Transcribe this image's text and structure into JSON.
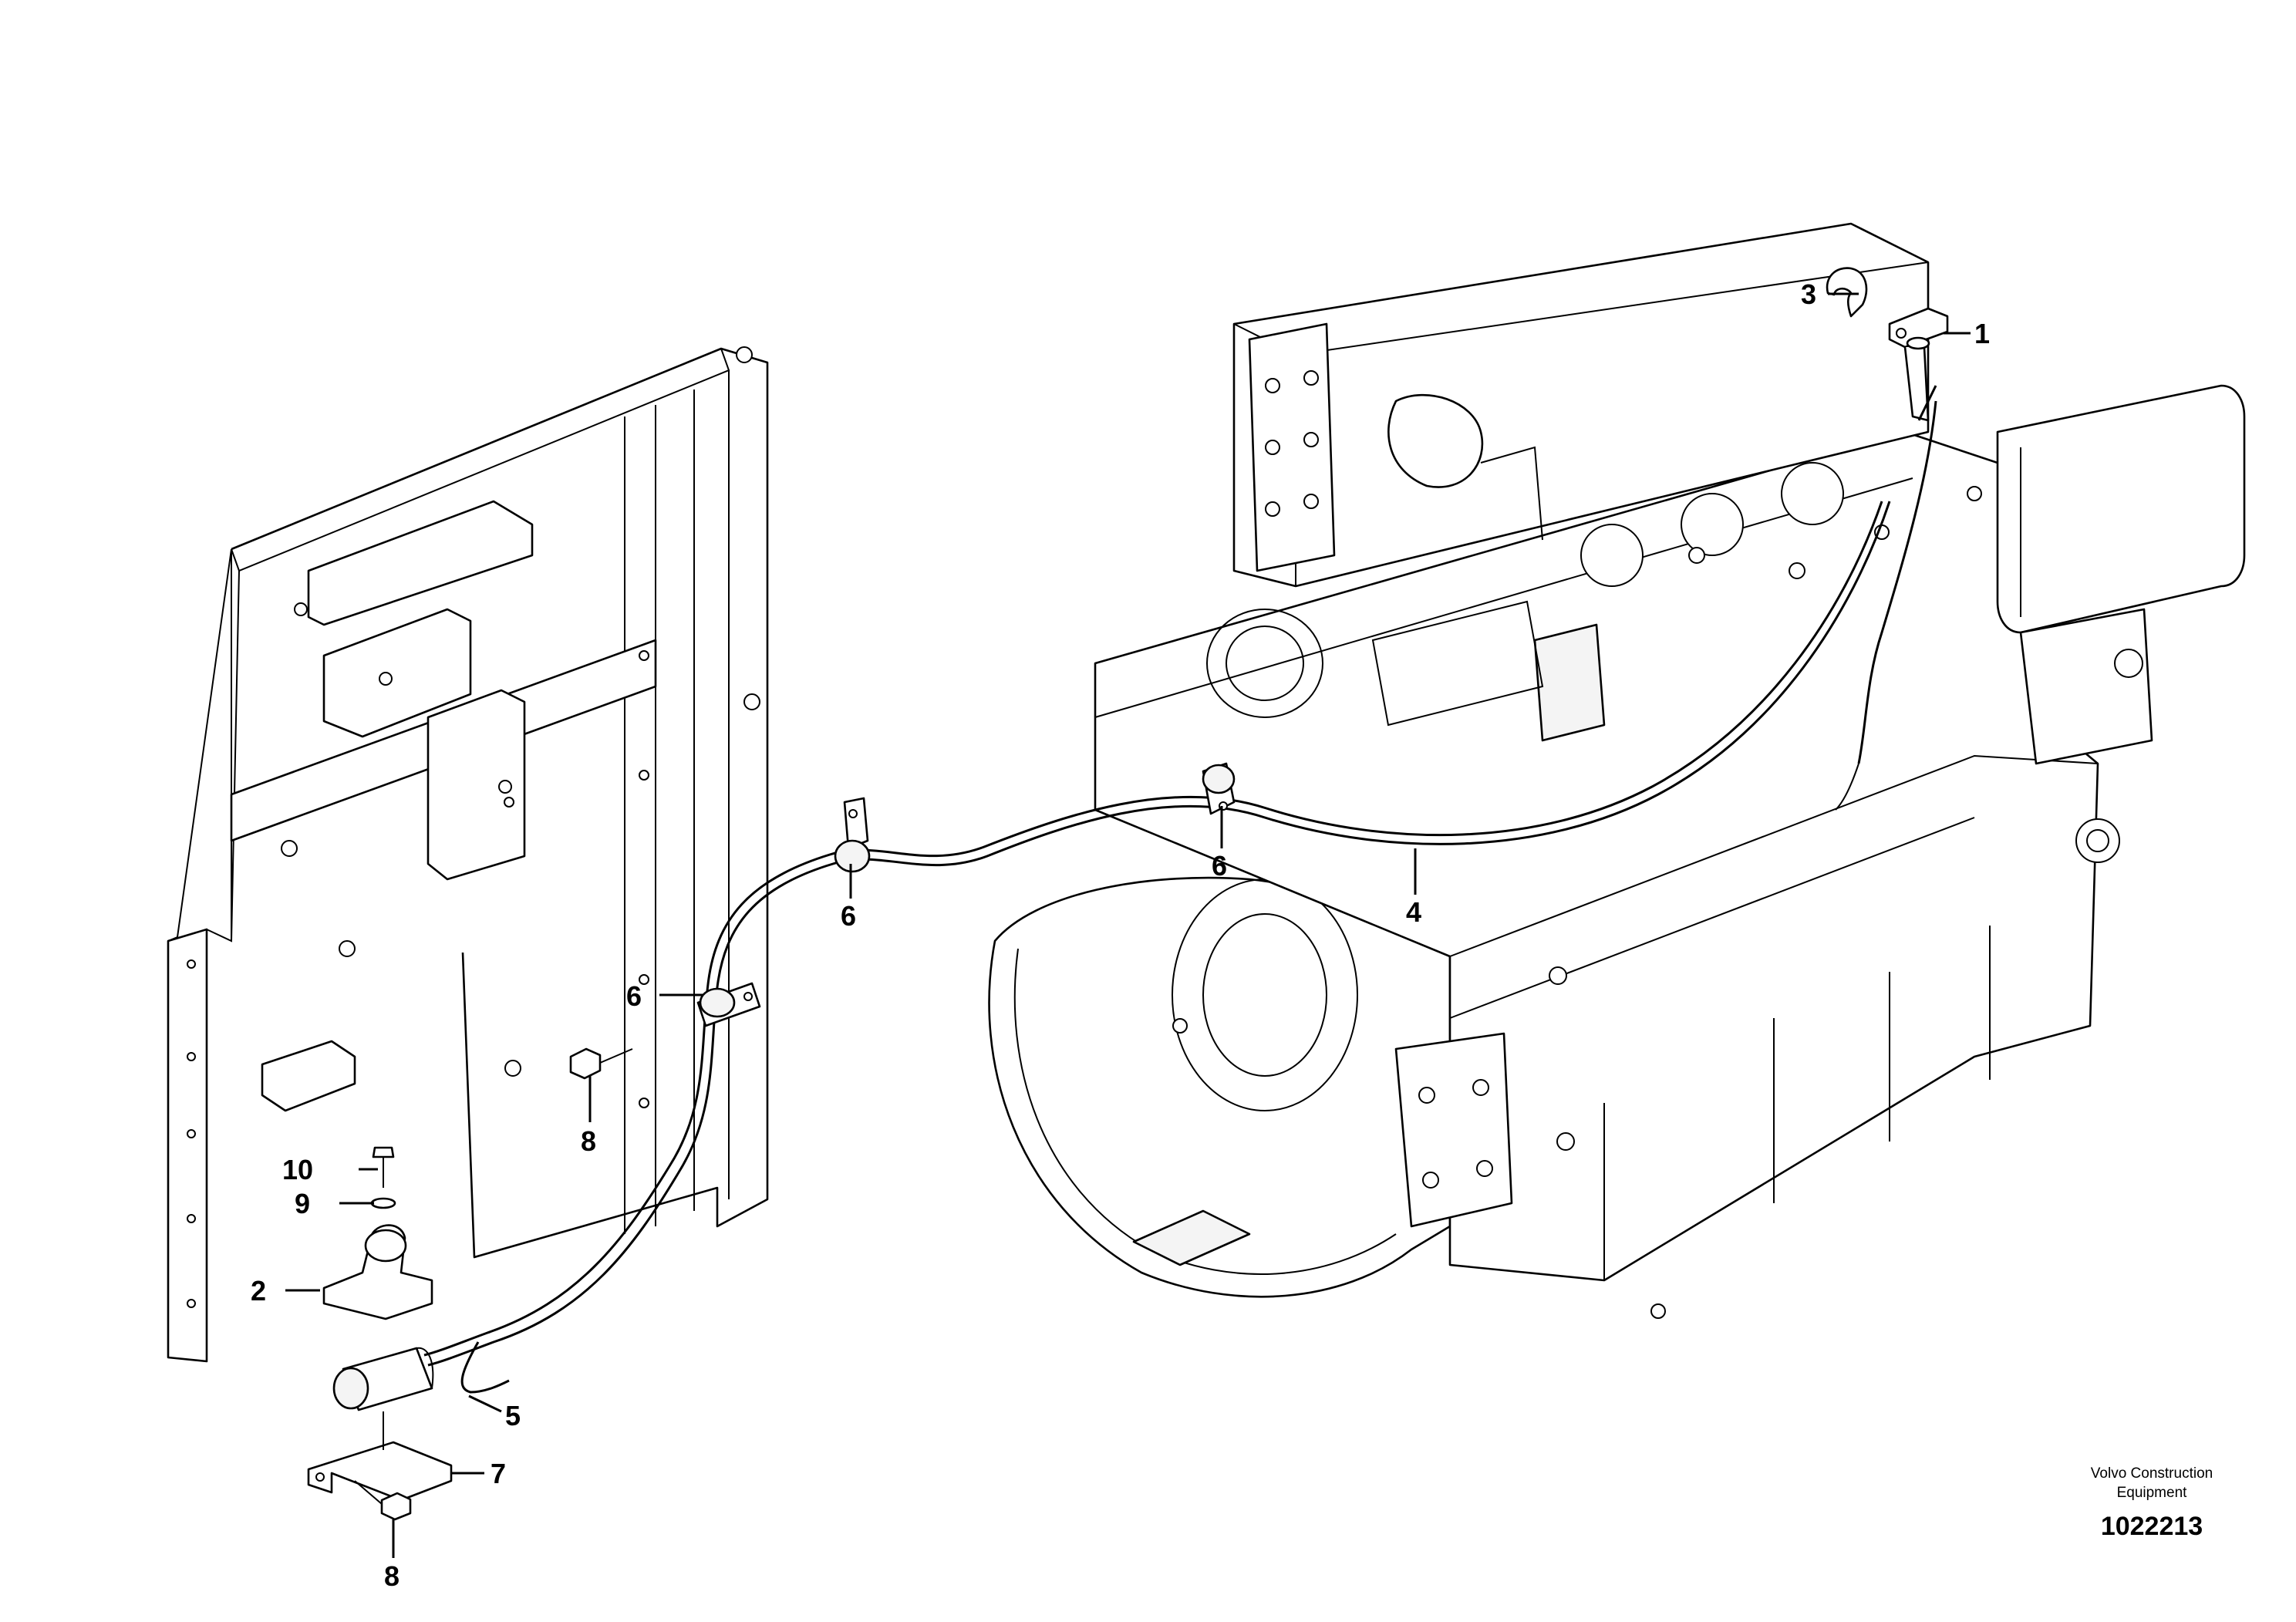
{
  "callouts": {
    "c1": "1",
    "c2": "2",
    "c3": "3",
    "c4": "4",
    "c5": "5",
    "c6a": "6",
    "c6b": "6",
    "c6c": "6",
    "c7": "7",
    "c8a": "8",
    "c8b": "8",
    "c9": "9",
    "c10": "10"
  },
  "credit": {
    "line1": "Volvo Construction",
    "line2": "Equipment"
  },
  "document_number": "1022213"
}
